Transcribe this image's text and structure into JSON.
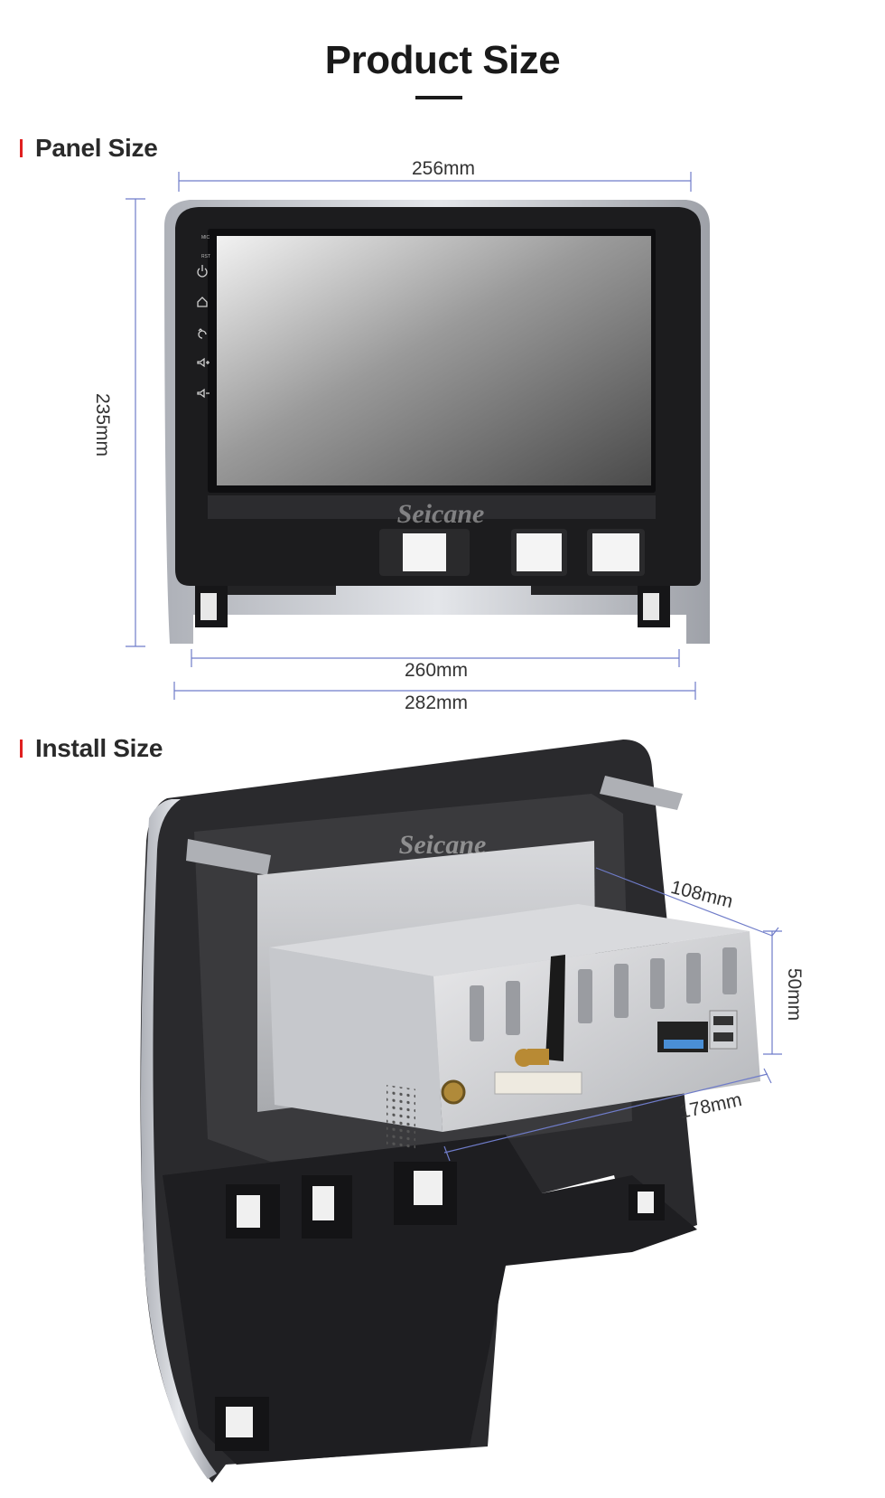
{
  "page": {
    "title": "Product Size"
  },
  "sections": {
    "panel": {
      "label": "Panel Size"
    },
    "install": {
      "label": "Install Size"
    }
  },
  "panel_dimensions": {
    "top_width": "256mm",
    "height": "235mm",
    "inner_width": "260mm",
    "outer_width": "282mm"
  },
  "install_dimensions": {
    "depth": "108mm",
    "height": "50mm",
    "width": "178mm"
  },
  "device": {
    "watermark": "Seicane",
    "side_labels": [
      "MIC",
      "RST"
    ]
  },
  "colors": {
    "accent_red": "#e02020",
    "dimension_line": "#6f7cc9",
    "panel_black": "#1c1c1e",
    "trim_silver": "#c9ccd2"
  },
  "icons": [
    "power-icon",
    "home-icon",
    "back-icon",
    "volume-up-icon",
    "volume-down-icon"
  ]
}
